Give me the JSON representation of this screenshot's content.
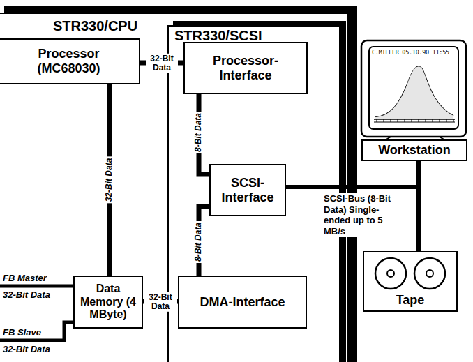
{
  "diagram": {
    "nodes": [
      {
        "text": [
          "STR330/CPU"
        ]
      },
      {
        "text": [
          "Processor (MC68030)"
        ],
        "in": 0
      },
      {
        "text": [
          "Data Memory (4 MByte)"
        ],
        "in": 0
      },
      {
        "text": [
          "STR330/SCSI"
        ],
        "in": 0
      },
      {
        "text": [
          "Processor-Interface"
        ],
        "in": 3
      },
      {
        "text": [
          "SCSI-Interface"
        ],
        "in": 3
      },
      {
        "text": [
          "DMA-Interface"
        ],
        "in": 3
      },
      {
        "text": [
          "Workstation"
        ]
      },
      {
        "text": [
          "Tape"
        ]
      }
    ],
    "edges": [
      {
        "from": 1,
        "to": 4,
        "arrow": "none",
        "label": "32-Bit Data"
      },
      {
        "from": 1,
        "to": 2,
        "arrow": "none",
        "label": "32-Bit Data"
      },
      {
        "from": 4,
        "to": 5,
        "arrow": "none",
        "label": "8-Bit Data"
      },
      {
        "from": 5,
        "to": 6,
        "arrow": "none",
        "label": "8-Bit Data"
      },
      {
        "from": 2,
        "to": 6,
        "arrow": "none",
        "label": "32-Bit Data"
      },
      {
        "from": 5,
        "to": 7,
        "arrow": "none",
        "label": "SCSI-Bus (8-Bit Data) Single-ended up to 5 MB/s"
      },
      {
        "from": 5,
        "to": 8,
        "arrow": "none"
      }
    ],
    "labels": [
      "FB Master",
      "32-Bit Data",
      "FB Slave",
      "32-Bit Data",
      "C.MILLER 05.10.90 11:55"
    ]
  }
}
